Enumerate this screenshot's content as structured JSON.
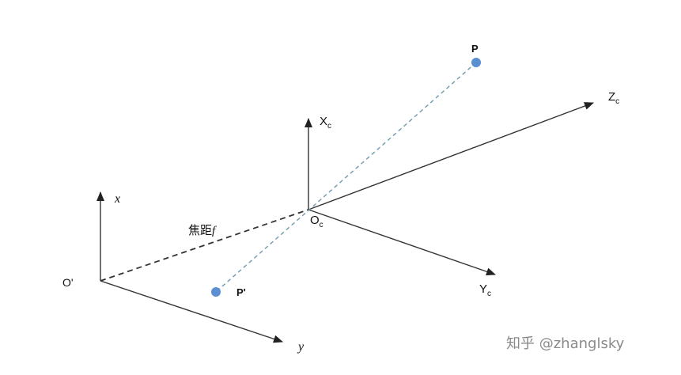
{
  "diagram": {
    "labels": {
      "P": "P",
      "P_prime": "P'",
      "X_c_main": "X",
      "X_c_sub": "c",
      "Z_c_main": "Z",
      "Z_c_sub": "c",
      "O_c_main": "O",
      "O_c_sub": "c",
      "Y_c_main": "Y",
      "Y_c_sub": "c",
      "x": "x",
      "y": "y",
      "O_prime": "O'",
      "focal_cn": "焦距",
      "focal_f": "f"
    },
    "colors": {
      "axis": "#333333",
      "ray": "#6f9aad",
      "point": "#5b8fd1",
      "focal_line": "#333333"
    }
  },
  "watermark": {
    "text": "知乎 @zhanglsky"
  }
}
